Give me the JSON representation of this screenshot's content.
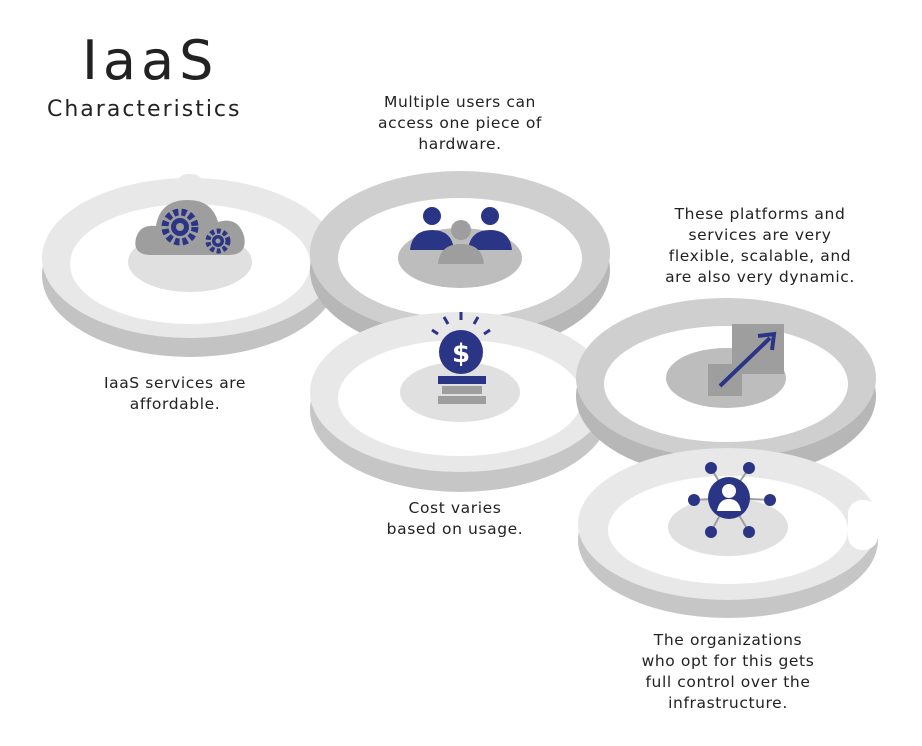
{
  "title": "IaaS",
  "subtitle": "Characteristics",
  "captions": {
    "hardware": [
      "Multiple users can",
      "access one piece of",
      "hardware."
    ],
    "flexible": [
      "These platforms and",
      "services are very",
      "flexible, scalable, and",
      "are also very dynamic."
    ],
    "affordable": [
      "IaaS services are",
      "affordable."
    ],
    "cost": [
      "Cost varies",
      "based on usage."
    ],
    "control": [
      "The organizations",
      "who opt for this gets",
      "full control over the",
      "infrastructure."
    ]
  },
  "icons": [
    "cloud-gears-icon",
    "users-icon",
    "dollar-coin-icon",
    "growth-arrow-icon",
    "network-user-icon"
  ],
  "colors": {
    "accent": "#2b3586",
    "ribbon_light": "#e8e8e8",
    "ribbon_dark": "#c3c3c3",
    "disc": "#e0e0e0",
    "disc_dark": "#bdbdbd",
    "icon_gray": "#9e9e9e"
  }
}
